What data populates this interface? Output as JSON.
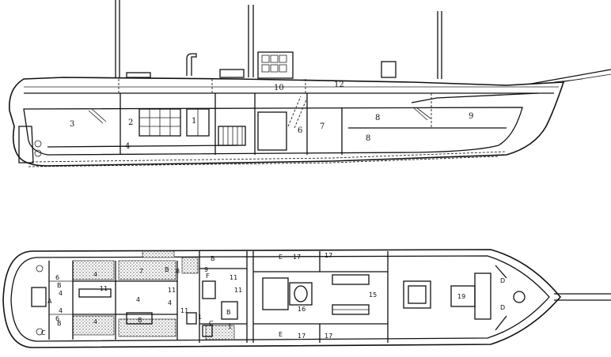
{
  "profile": {
    "labels": [
      "1",
      "2",
      "3",
      "4",
      "6",
      "7",
      "8",
      "8",
      "9",
      "10",
      "12"
    ]
  },
  "plan": {
    "labels": [
      "A",
      "B",
      "B",
      "B",
      "B",
      "B",
      "B",
      "C",
      "C",
      "D",
      "D",
      "E",
      "E",
      "F",
      "1",
      "1",
      "4",
      "4",
      "4",
      "4",
      "4",
      "4",
      "6",
      "6",
      "7",
      "8",
      "9",
      "11",
      "11",
      "11",
      "11",
      "11",
      "15",
      "16",
      "17",
      "17",
      "17",
      "17",
      "19"
    ]
  }
}
